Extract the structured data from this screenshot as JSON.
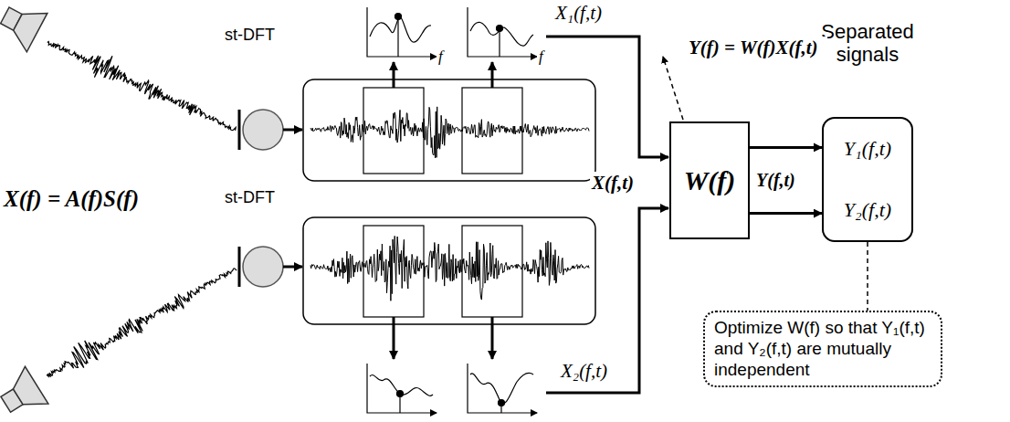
{
  "diagram": {
    "nodes": [
      {
        "text": [
          "W(f)"
        ]
      },
      {
        "text": [
          "Separated signals",
          "Y₁(f,t)",
          "Y₂(f,t)"
        ]
      },
      {
        "text": [
          "Optimize W(f) so that Y₁(f,t) and Y₂(f,t) are mutually independent"
        ]
      }
    ],
    "edges": [
      {
        "from": 0,
        "to": 1,
        "arrow": "to"
      },
      {
        "from": 0,
        "to": 1,
        "arrow": "to"
      },
      {
        "from": 1,
        "to": 2,
        "arrow": "none"
      }
    ],
    "labels": [
      "st-DFT",
      "st-DFT",
      "X(f) = A(f)S(f)",
      "f",
      "f",
      "X₁(f,t)",
      "X₂(f,t)",
      "X(f,t)",
      "Y(f) = W(f)X(f,t)",
      "Y(f,t)"
    ]
  }
}
